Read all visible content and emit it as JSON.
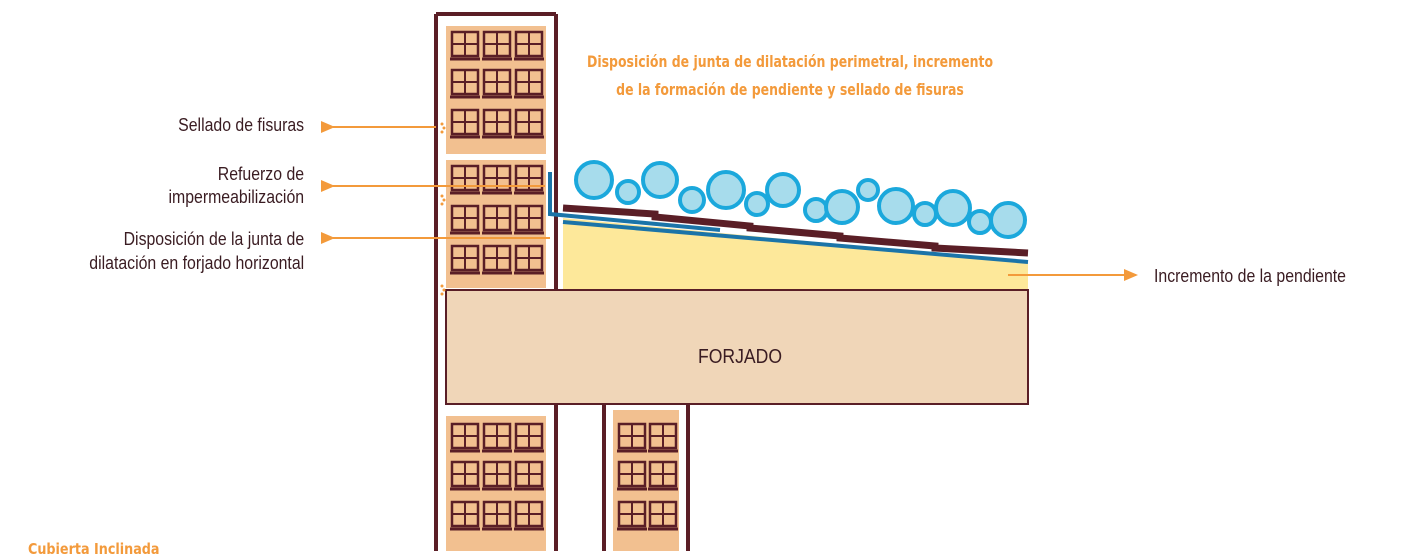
{
  "title_line1": "Disposición de junta de dilatación perimetral, incremento",
  "title_line2": "de la formación de pendiente y sellado de fisuras",
  "labels": {
    "sellado": "Sellado de fisuras",
    "refuerzo_1": "Refuerzo de",
    "refuerzo_2": "impermeabilización",
    "junta_1": "Disposición de la junta de",
    "junta_2": "dilatación en forjado horizontal",
    "pendiente": "Incremento de la pendiente",
    "forjado": "FORJADO"
  },
  "section_heading": "Cubierta Inclinada",
  "colors": {
    "wall": "#5a1e26",
    "brick": "#f2c090",
    "window": "#5a1e26",
    "slab": "#f0d6b8",
    "fill": "#fde89a",
    "membrane": "#1b74a8",
    "ballast_fill": "#a7dcec",
    "ballast_stroke": "#1ba8dc",
    "arrow": "#f39a3b",
    "text": "#3a1c22",
    "title": "#f39a3b"
  }
}
